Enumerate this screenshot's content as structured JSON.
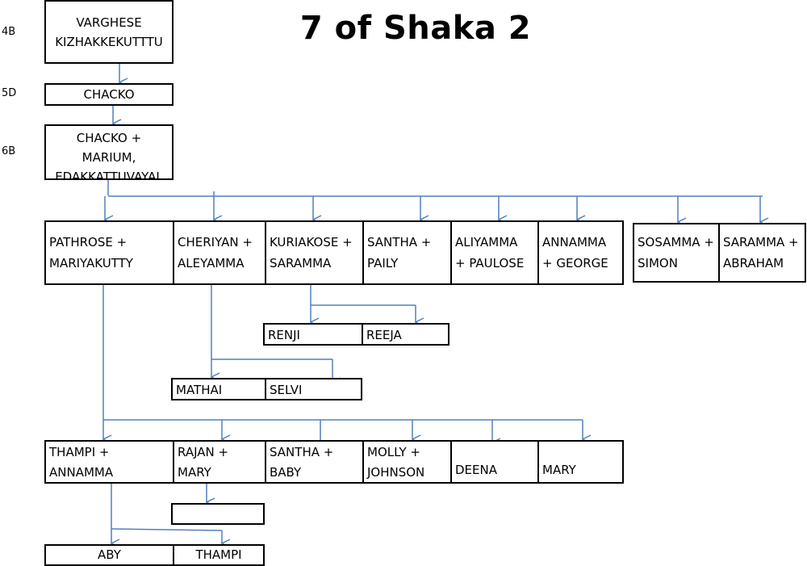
{
  "title": "7 of Shaka 2",
  "generations": [
    "4B",
    "5D",
    "6B"
  ],
  "ancestors": [
    "VARGHESE\nKIZHAKKEKUTTTU",
    "CHACKO",
    "CHACKO +\nMARIUM,\nEDAKKATTUVAYAL"
  ],
  "children_row": [
    "PATHROSE +\nMARIYAKUTTY",
    "CHERIYAN +\nALEYAMMA",
    "KURIAKOSE +\nSARAMMA",
    "SANTHA +\nPAILY",
    "ALIYAMMA\n+ PAULOSE",
    "ANNAMMA\n+ GEORGE"
  ],
  "children_row_b": [
    "SOSAMMA +\nSIMON",
    "SARAMMA +\nABRAHAM"
  ],
  "kuriakose_children": [
    "RENJI",
    "REEJA"
  ],
  "cheriyan_children": [
    "MATHAI",
    "SELVI"
  ],
  "pathrose_children": [
    "THAMPI +\nANNAMMA",
    "RAJAN +\nMARY",
    "SANTHA +\nBABY",
    "MOLLY +\nJOHNSON",
    "DEENA",
    "MARY"
  ],
  "rajan_children": [
    ""
  ],
  "thampi_children": [
    "ABY",
    "THAMPI"
  ],
  "colors": {
    "connector": "#4f81bd",
    "border": "#000000"
  }
}
